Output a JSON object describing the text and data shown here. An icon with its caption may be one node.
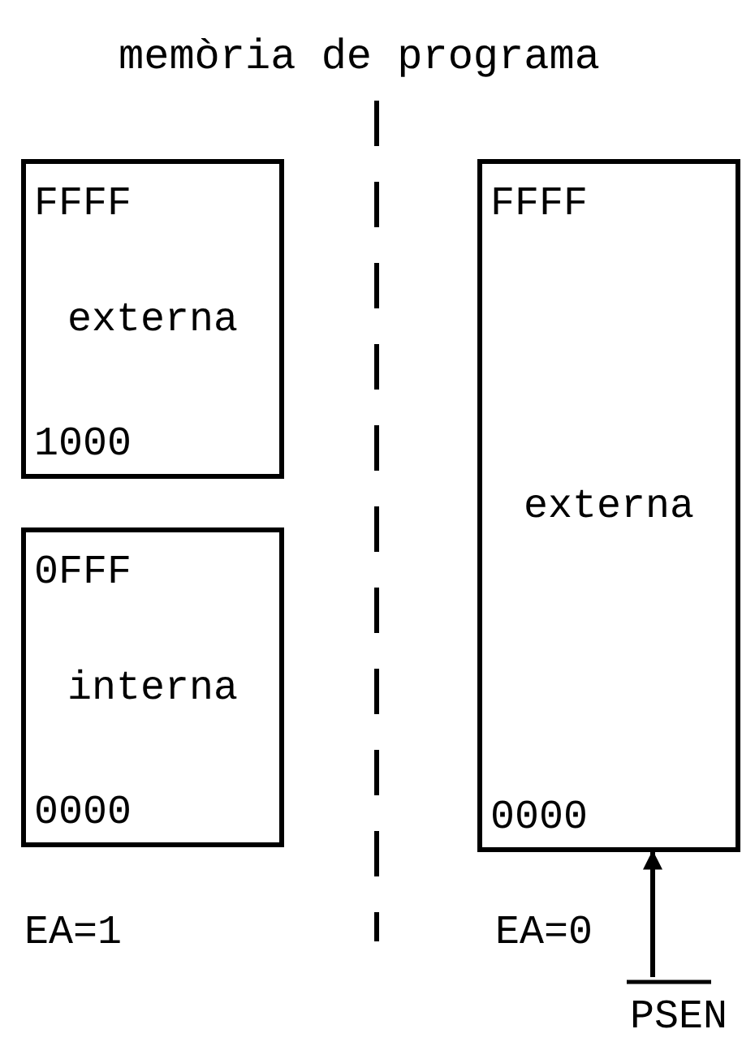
{
  "diagram": {
    "title": "memòria de programa",
    "nodes": [
      {
        "text": [
          "FFFF",
          "externa",
          "1000"
        ]
      },
      {
        "text": [
          "0FFF",
          "interna",
          "0000"
        ]
      },
      {
        "text": [
          "FFFF",
          "externa",
          "0000"
        ]
      },
      {
        "text": [
          "PSEN"
        ]
      }
    ],
    "edges": [
      {
        "from": 3,
        "to": 2,
        "arrow": "to"
      }
    ],
    "labels": [
      "EA=1",
      "EA=0"
    ]
  }
}
